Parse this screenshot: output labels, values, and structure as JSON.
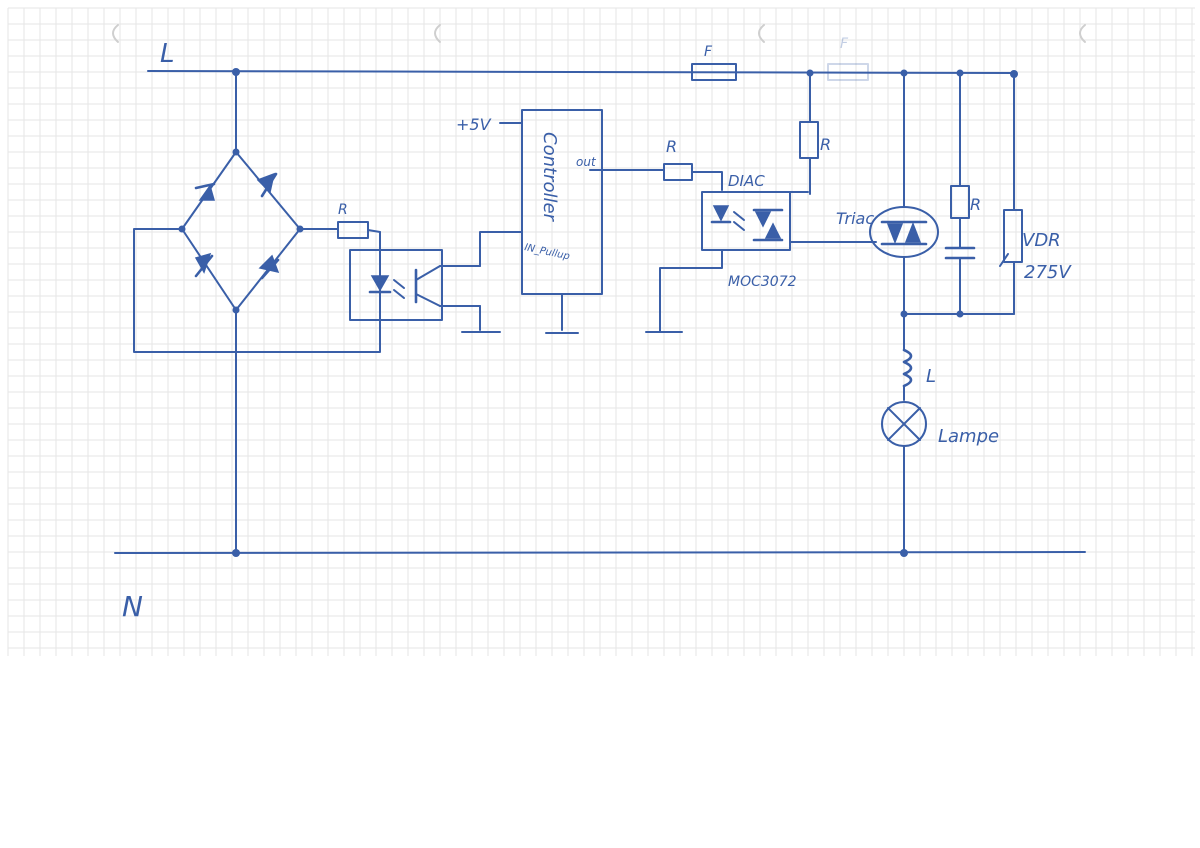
{
  "diagram": {
    "labels": {
      "line_l": "L",
      "neutral_n": "N",
      "fuse_main": "F",
      "fuse_faint": "F",
      "resistor_bridge": "R",
      "supply_5v": "+5V",
      "controller": "Controller",
      "controller_out": "out",
      "controller_in": "IN_Pullup",
      "resistor_out": "R",
      "diac": "DIAC",
      "resistor_gate": "R",
      "optotriac": "MOC3072",
      "triac": "Triac",
      "resistor_snubber": "R",
      "vdr": "VDR",
      "vdr_rating": "275V",
      "inductor": "L",
      "lamp": "Lampe"
    },
    "colors": {
      "ink": "#3a5fa8",
      "grid": "#e6e6e6",
      "paper": "#ffffff"
    }
  }
}
